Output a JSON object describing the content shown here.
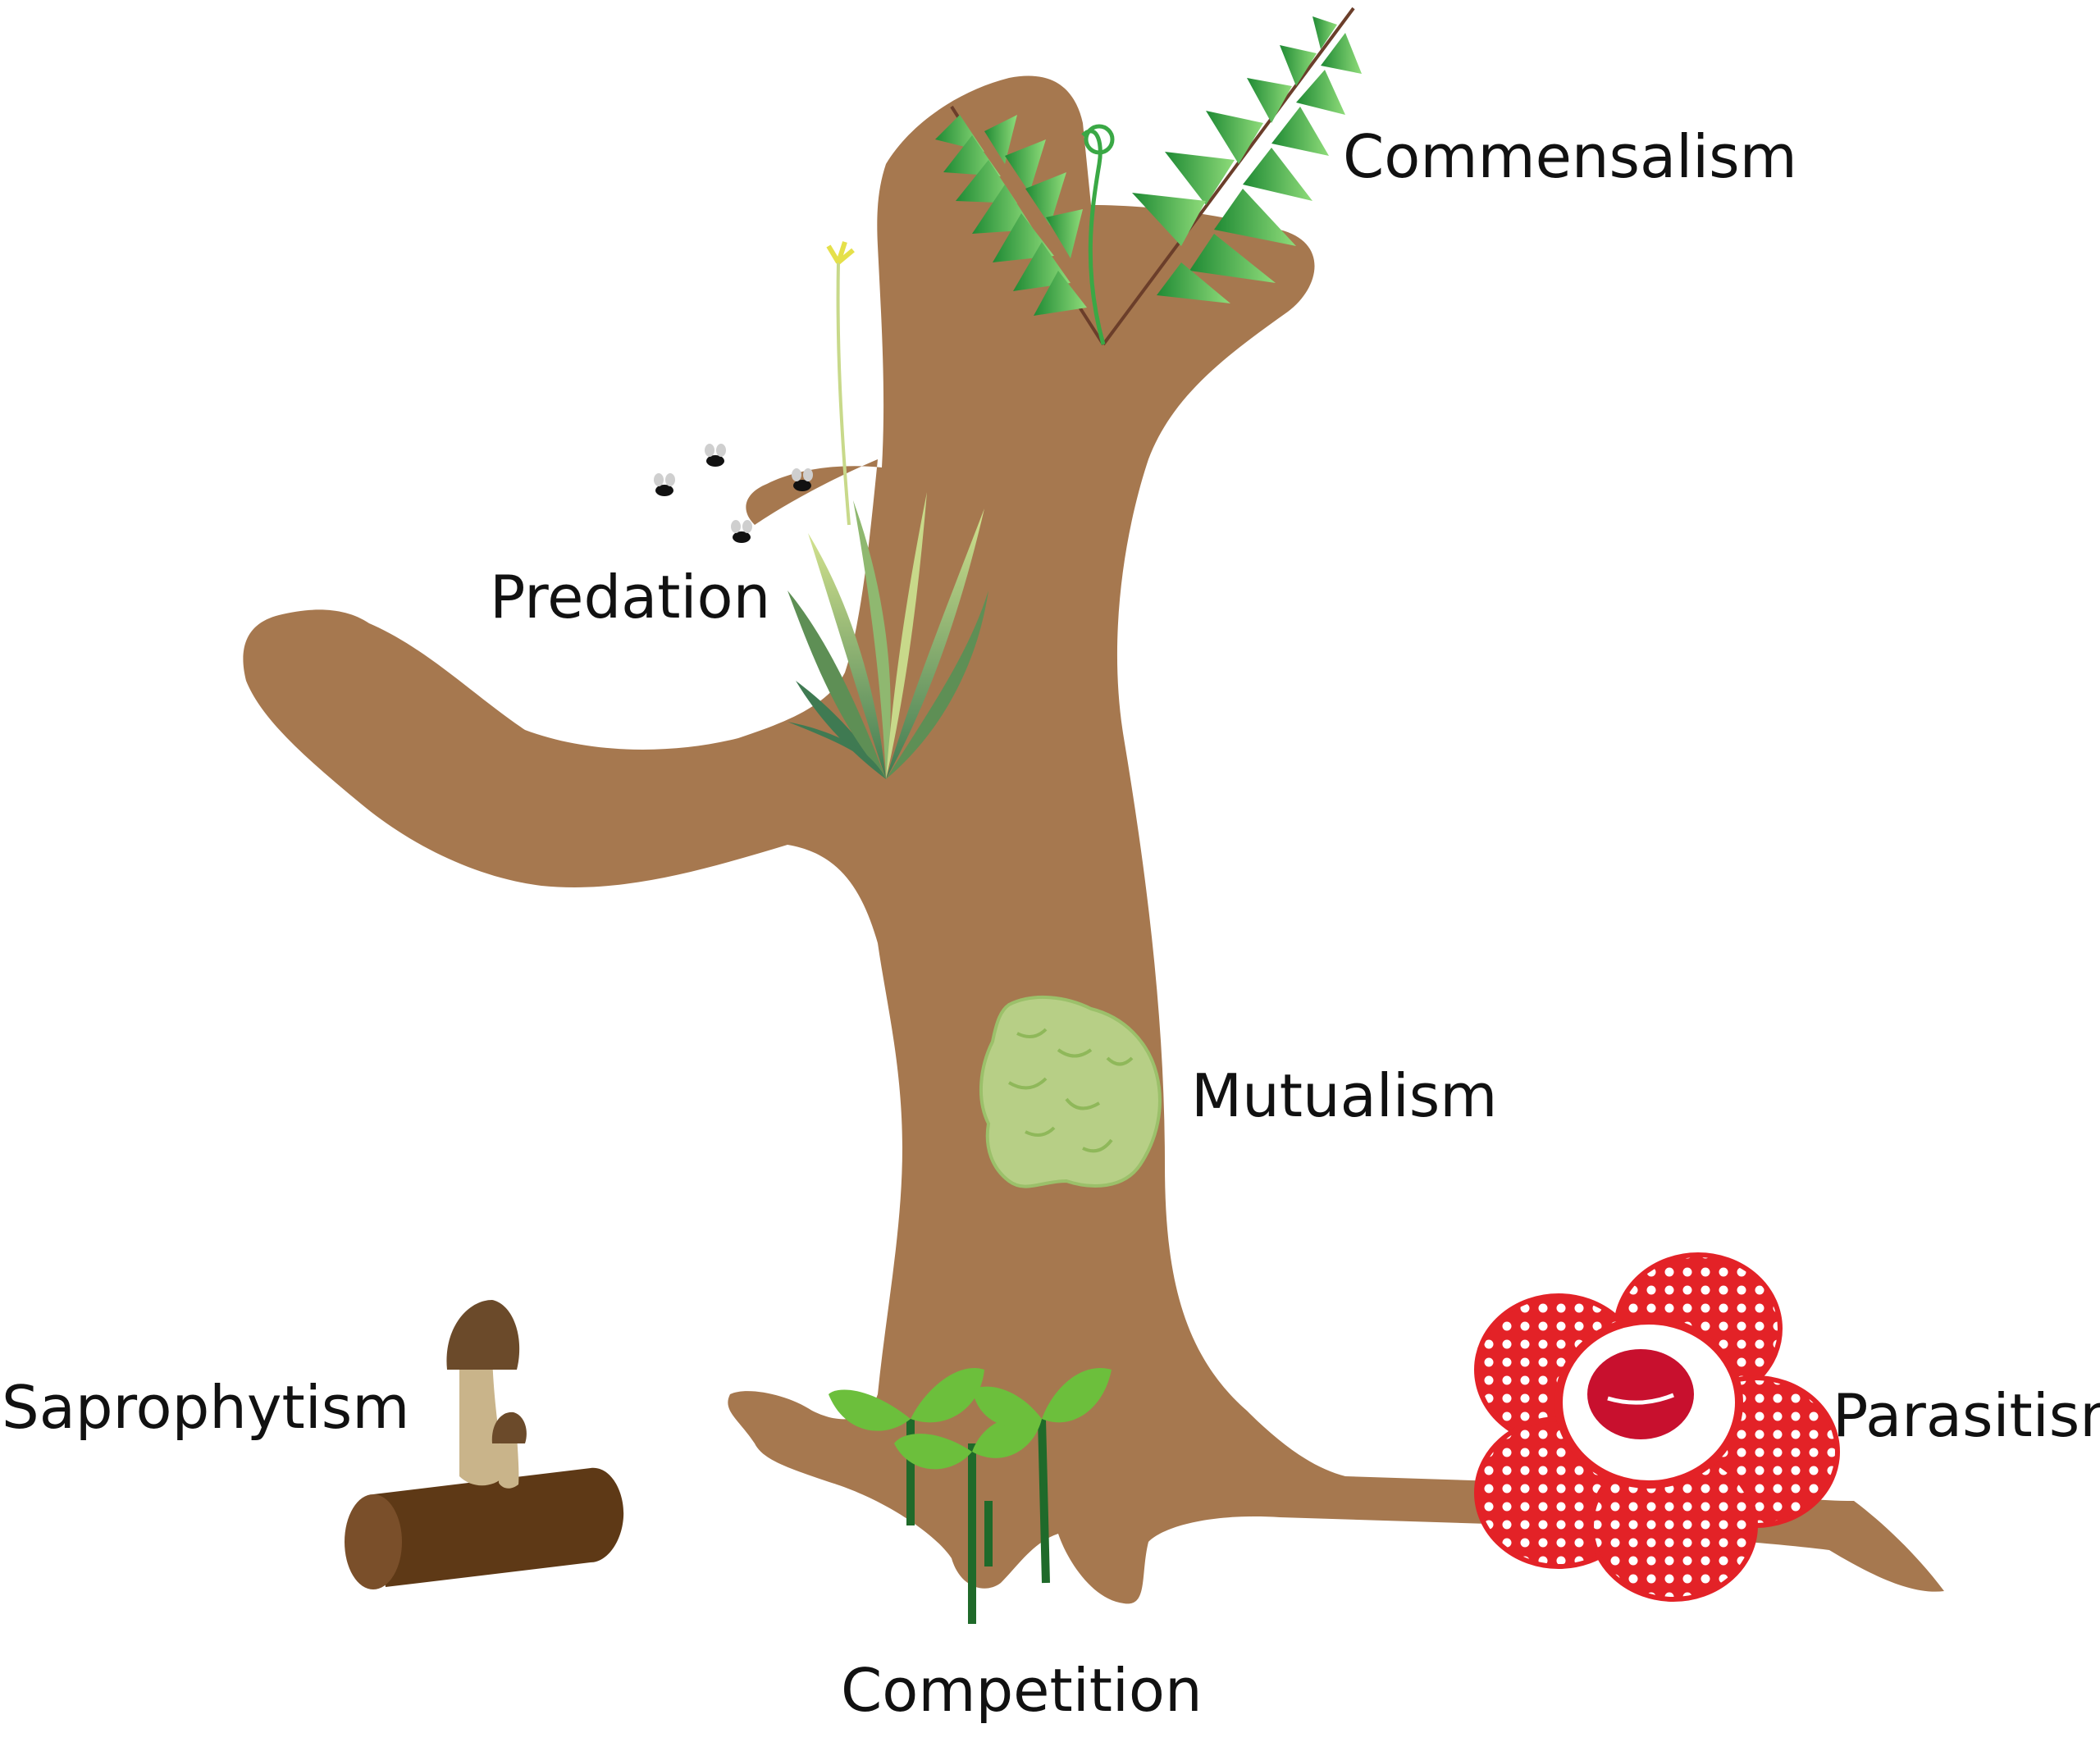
{
  "labels": {
    "commensalism": "Commensalism",
    "predation": "Predation",
    "mutualism": "Mutualism",
    "saprophytism": "Saprophytism",
    "parasitism": "Parasitism",
    "competition": "Competition"
  },
  "colors": {
    "trunk": "#a6784f",
    "log": "#5e3916",
    "log_end": "#7a4f2a",
    "fern": "#2e9e3c",
    "fern_light": "#7fd17a",
    "bromeliad": "#6a9a5a",
    "bromeliad_light": "#c8d98a",
    "lichen": "#b7cf86",
    "mushroom_cap": "#6b4a2a",
    "mushroom_stem": "#c9b48a",
    "seedling": "#6cbf3c",
    "rafflesia": "#e32227",
    "rafflesia_center": "#c8102e"
  },
  "icons": [
    "fern-icon",
    "bromeliad-icon",
    "fly-icon",
    "lichen-icon",
    "mushroom-icon",
    "log-icon",
    "seedling-icon",
    "rafflesia-icon"
  ]
}
